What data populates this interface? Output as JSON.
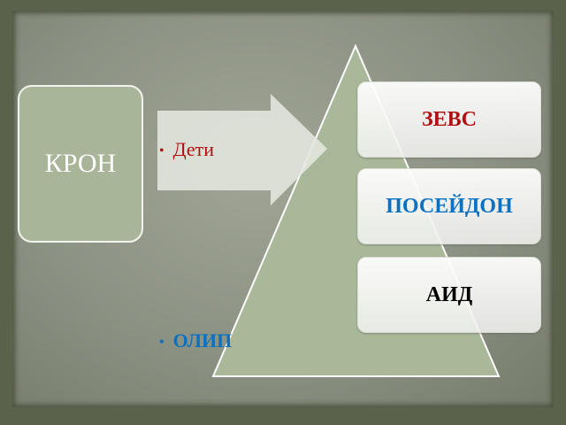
{
  "kron": {
    "label": "КРОН"
  },
  "arrow": {
    "bullet": "Дети"
  },
  "pyramid": {
    "bullet": "ОЛИП"
  },
  "gods": [
    {
      "label": "ЗЕВС",
      "color": "#b01010"
    },
    {
      "label": "ПОСЕЙДОН",
      "color": "#0a70c0"
    },
    {
      "label": "АИД",
      "color": "#000000"
    }
  ]
}
